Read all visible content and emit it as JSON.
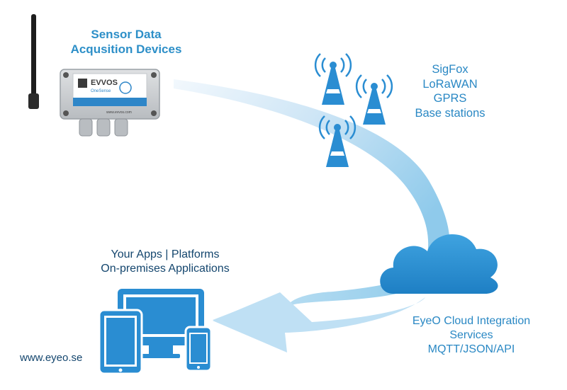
{
  "sensor": {
    "title_line1": "Sensor Data",
    "title_line2": "Acqusition Devices",
    "brand": "EVVOS",
    "model": "OneSense",
    "site": "www.evvos.com"
  },
  "network": {
    "line1": "SigFox",
    "line2": "LoRaWAN",
    "line3": "GPRS",
    "line4": "Base stations"
  },
  "cloud": {
    "line1": "EyeO Cloud Integration",
    "line2": "Services",
    "line3": "MQTT/JSON/API"
  },
  "apps": {
    "line1": "Your Apps | Platforms",
    "line2": "On-premises Applications"
  },
  "website": "www.eyeo.se",
  "colors": {
    "accent_blue": "#2d8fc8",
    "icon_blue": "#2a8dd2",
    "arrow_light": "#d9ecf8",
    "arrow_dark": "#7fc0e6",
    "dark_blue": "#14466e"
  }
}
